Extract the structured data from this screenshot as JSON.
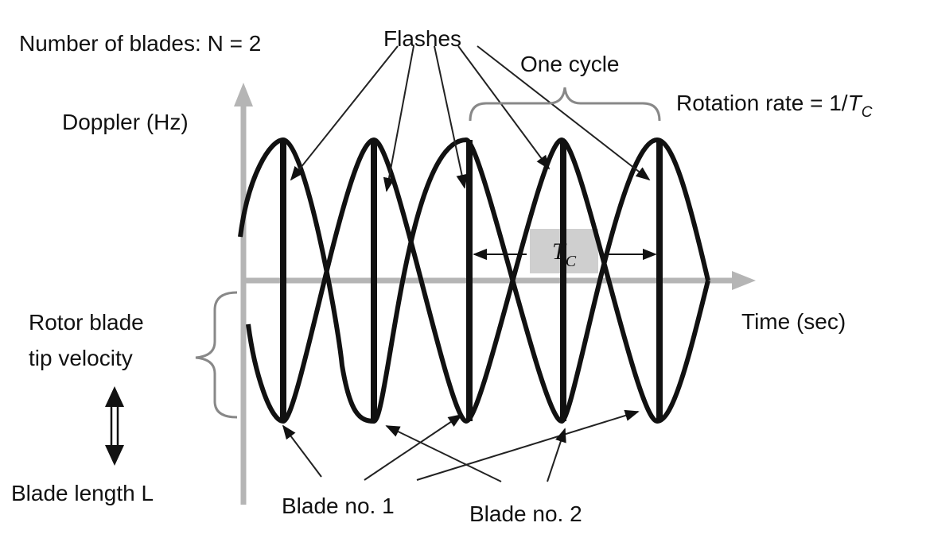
{
  "labels": {
    "blades": "Number of blades: N = 2",
    "flashes": "Flashes",
    "one_cycle": "One cycle",
    "rotation_rate": "Rotation rate = 1/",
    "rotation_rate_symbol": "T",
    "rotation_rate_sub": "C",
    "y_axis": "Doppler (Hz)",
    "x_axis": "Time (sec)",
    "tip_velocity_line1": "Rotor blade",
    "tip_velocity_line2": "tip velocity",
    "blade_length": "Blade length L",
    "blade1": "Blade no. 1",
    "blade2": "Blade no. 2",
    "tc_symbol": "T",
    "tc_sub": "C"
  },
  "colors": {
    "axis": "#b5b5b5",
    "curve": "#111111",
    "annotation": "#222222",
    "tc_box": "#cfcfcf"
  }
}
